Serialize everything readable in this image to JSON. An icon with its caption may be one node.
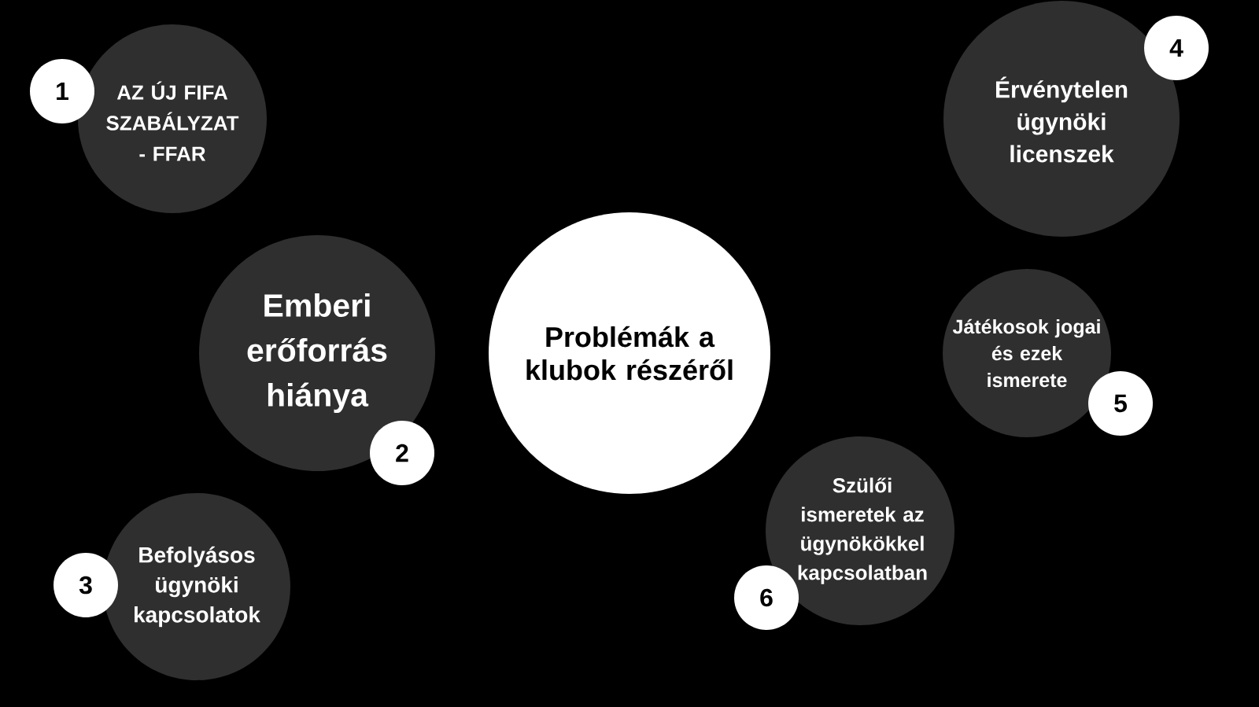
{
  "diagram": {
    "nodes": [
      {
        "text": [
          "Problémák a klubok részéről"
        ]
      },
      {
        "text": [
          "AZ ÚJ FIFA SZABÁLYZAT - FFAR"
        ]
      },
      {
        "text": [
          "1"
        ]
      },
      {
        "text": [
          "Emberi erőforrás hiánya"
        ]
      },
      {
        "text": [
          "2"
        ]
      },
      {
        "text": [
          "Befolyásos ügynöki kapcsolatok"
        ]
      },
      {
        "text": [
          "3"
        ]
      },
      {
        "text": [
          "Érvénytelen ügynöki licenszek"
        ]
      },
      {
        "text": [
          "4"
        ]
      },
      {
        "text": [
          "Játékosok jogai és ezek ismerete"
        ]
      },
      {
        "text": [
          "5"
        ]
      },
      {
        "text": [
          "Szülői ismeretek az ügynökökkel kapcsolatban"
        ]
      },
      {
        "text": [
          "6"
        ]
      }
    ]
  }
}
